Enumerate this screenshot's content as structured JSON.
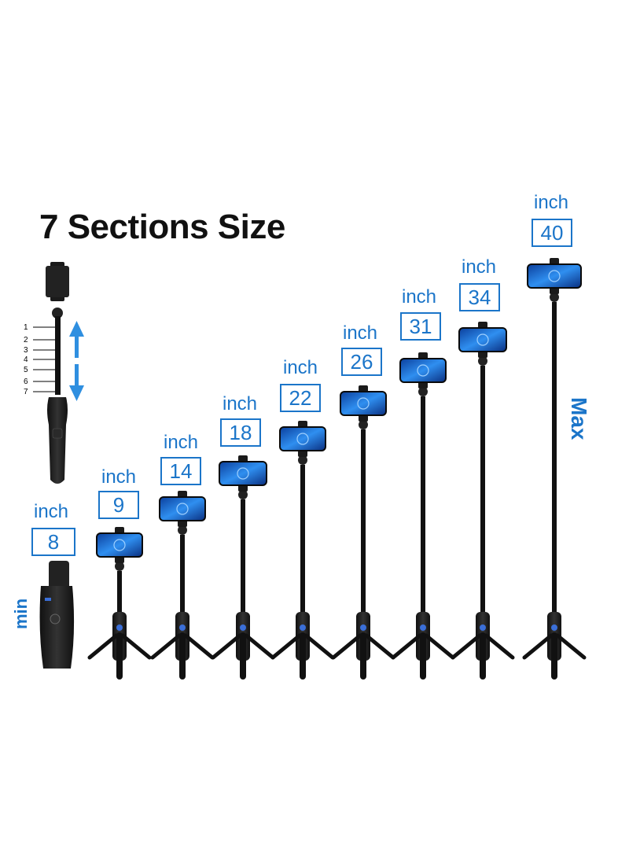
{
  "title": "7 Sections Size",
  "side_labels": {
    "min": "min",
    "max": "Max"
  },
  "section_numbers": [
    "1",
    "2",
    "3",
    "4",
    "5",
    "6",
    "7"
  ],
  "colors": {
    "accent": "#1b75c9",
    "stick": "#111111",
    "phone": "#1e73d8",
    "text": "#111111"
  },
  "icons": [
    "up-arrow-icon",
    "down-arrow-icon",
    "phone-icon",
    "tripod-icon"
  ],
  "sizes": [
    {
      "unit": "inch",
      "value": "8"
    },
    {
      "unit": "inch",
      "value": "9"
    },
    {
      "unit": "inch",
      "value": "14"
    },
    {
      "unit": "inch",
      "value": "18"
    },
    {
      "unit": "inch",
      "value": "22"
    },
    {
      "unit": "inch",
      "value": "26"
    },
    {
      "unit": "inch",
      "value": "31"
    },
    {
      "unit": "inch",
      "value": "34"
    },
    {
      "unit": "inch",
      "value": "40"
    }
  ]
}
